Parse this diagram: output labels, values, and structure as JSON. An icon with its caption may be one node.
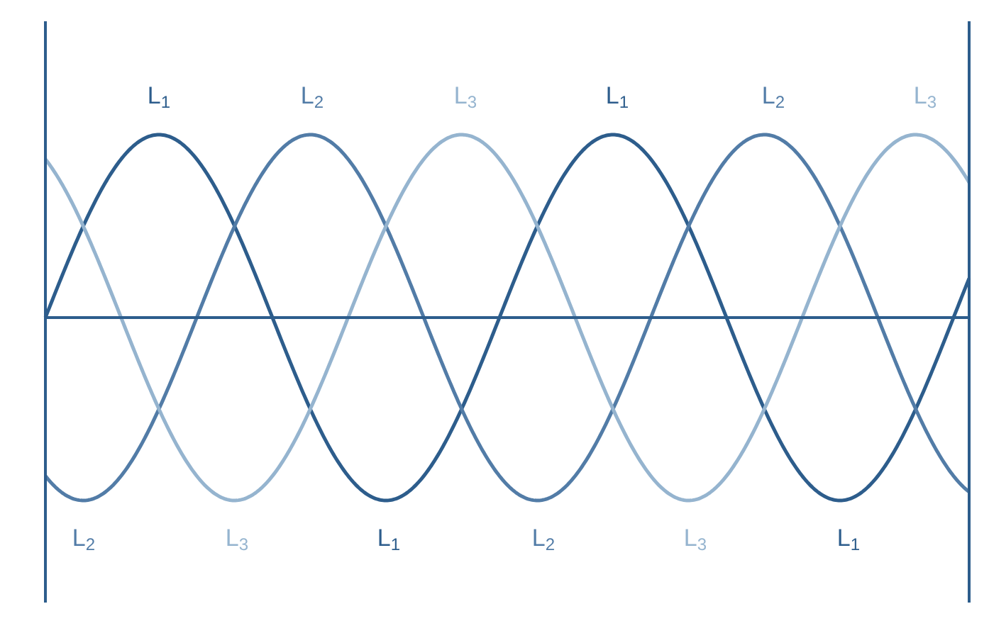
{
  "diagram": {
    "labels": [
      "L$_{1}$",
      "L$_{2}$",
      "L$_{3}$",
      "L$_{1}$",
      "L$_{2}$",
      "L$_{3}$",
      "L$_{2}$",
      "L$_{3}$",
      "L$_{1}$",
      "L$_{2}$",
      "L$_{3}$",
      "L$_{1}$"
    ]
  }
}
